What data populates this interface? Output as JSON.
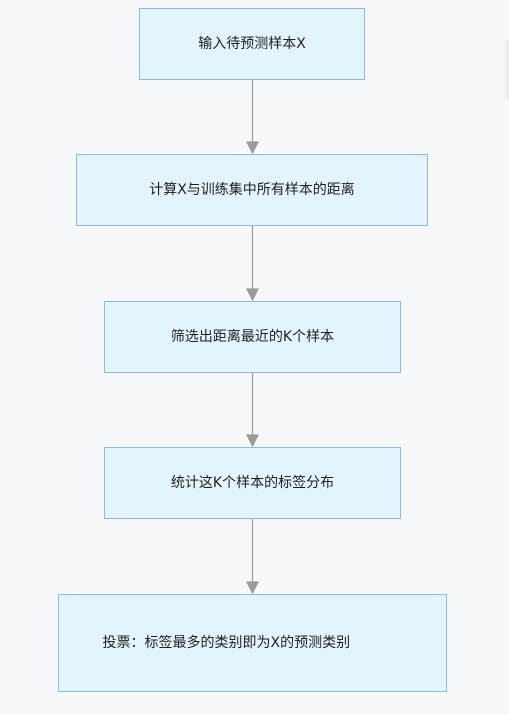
{
  "diagram": {
    "nodes": [
      {
        "id": "n1",
        "label": "输入待预测样本X"
      },
      {
        "id": "n2",
        "label": "计算X与训练集中所有样本的距离"
      },
      {
        "id": "n3",
        "label": "筛选出距离最近的K个样本"
      },
      {
        "id": "n4",
        "label": "统计这K个样本的标签分布"
      },
      {
        "id": "n5",
        "label": "投票：标签最多的类别即为X的预测类别"
      }
    ],
    "edges": [
      {
        "from": "n1",
        "to": "n2"
      },
      {
        "from": "n2",
        "to": "n3"
      },
      {
        "from": "n3",
        "to": "n4"
      },
      {
        "from": "n4",
        "to": "n5"
      }
    ],
    "colors": {
      "node_fill": "#e3f4fd",
      "node_border": "#8fb9ec",
      "edge": "#9b9b9b",
      "background": "#f7f8fa"
    }
  }
}
